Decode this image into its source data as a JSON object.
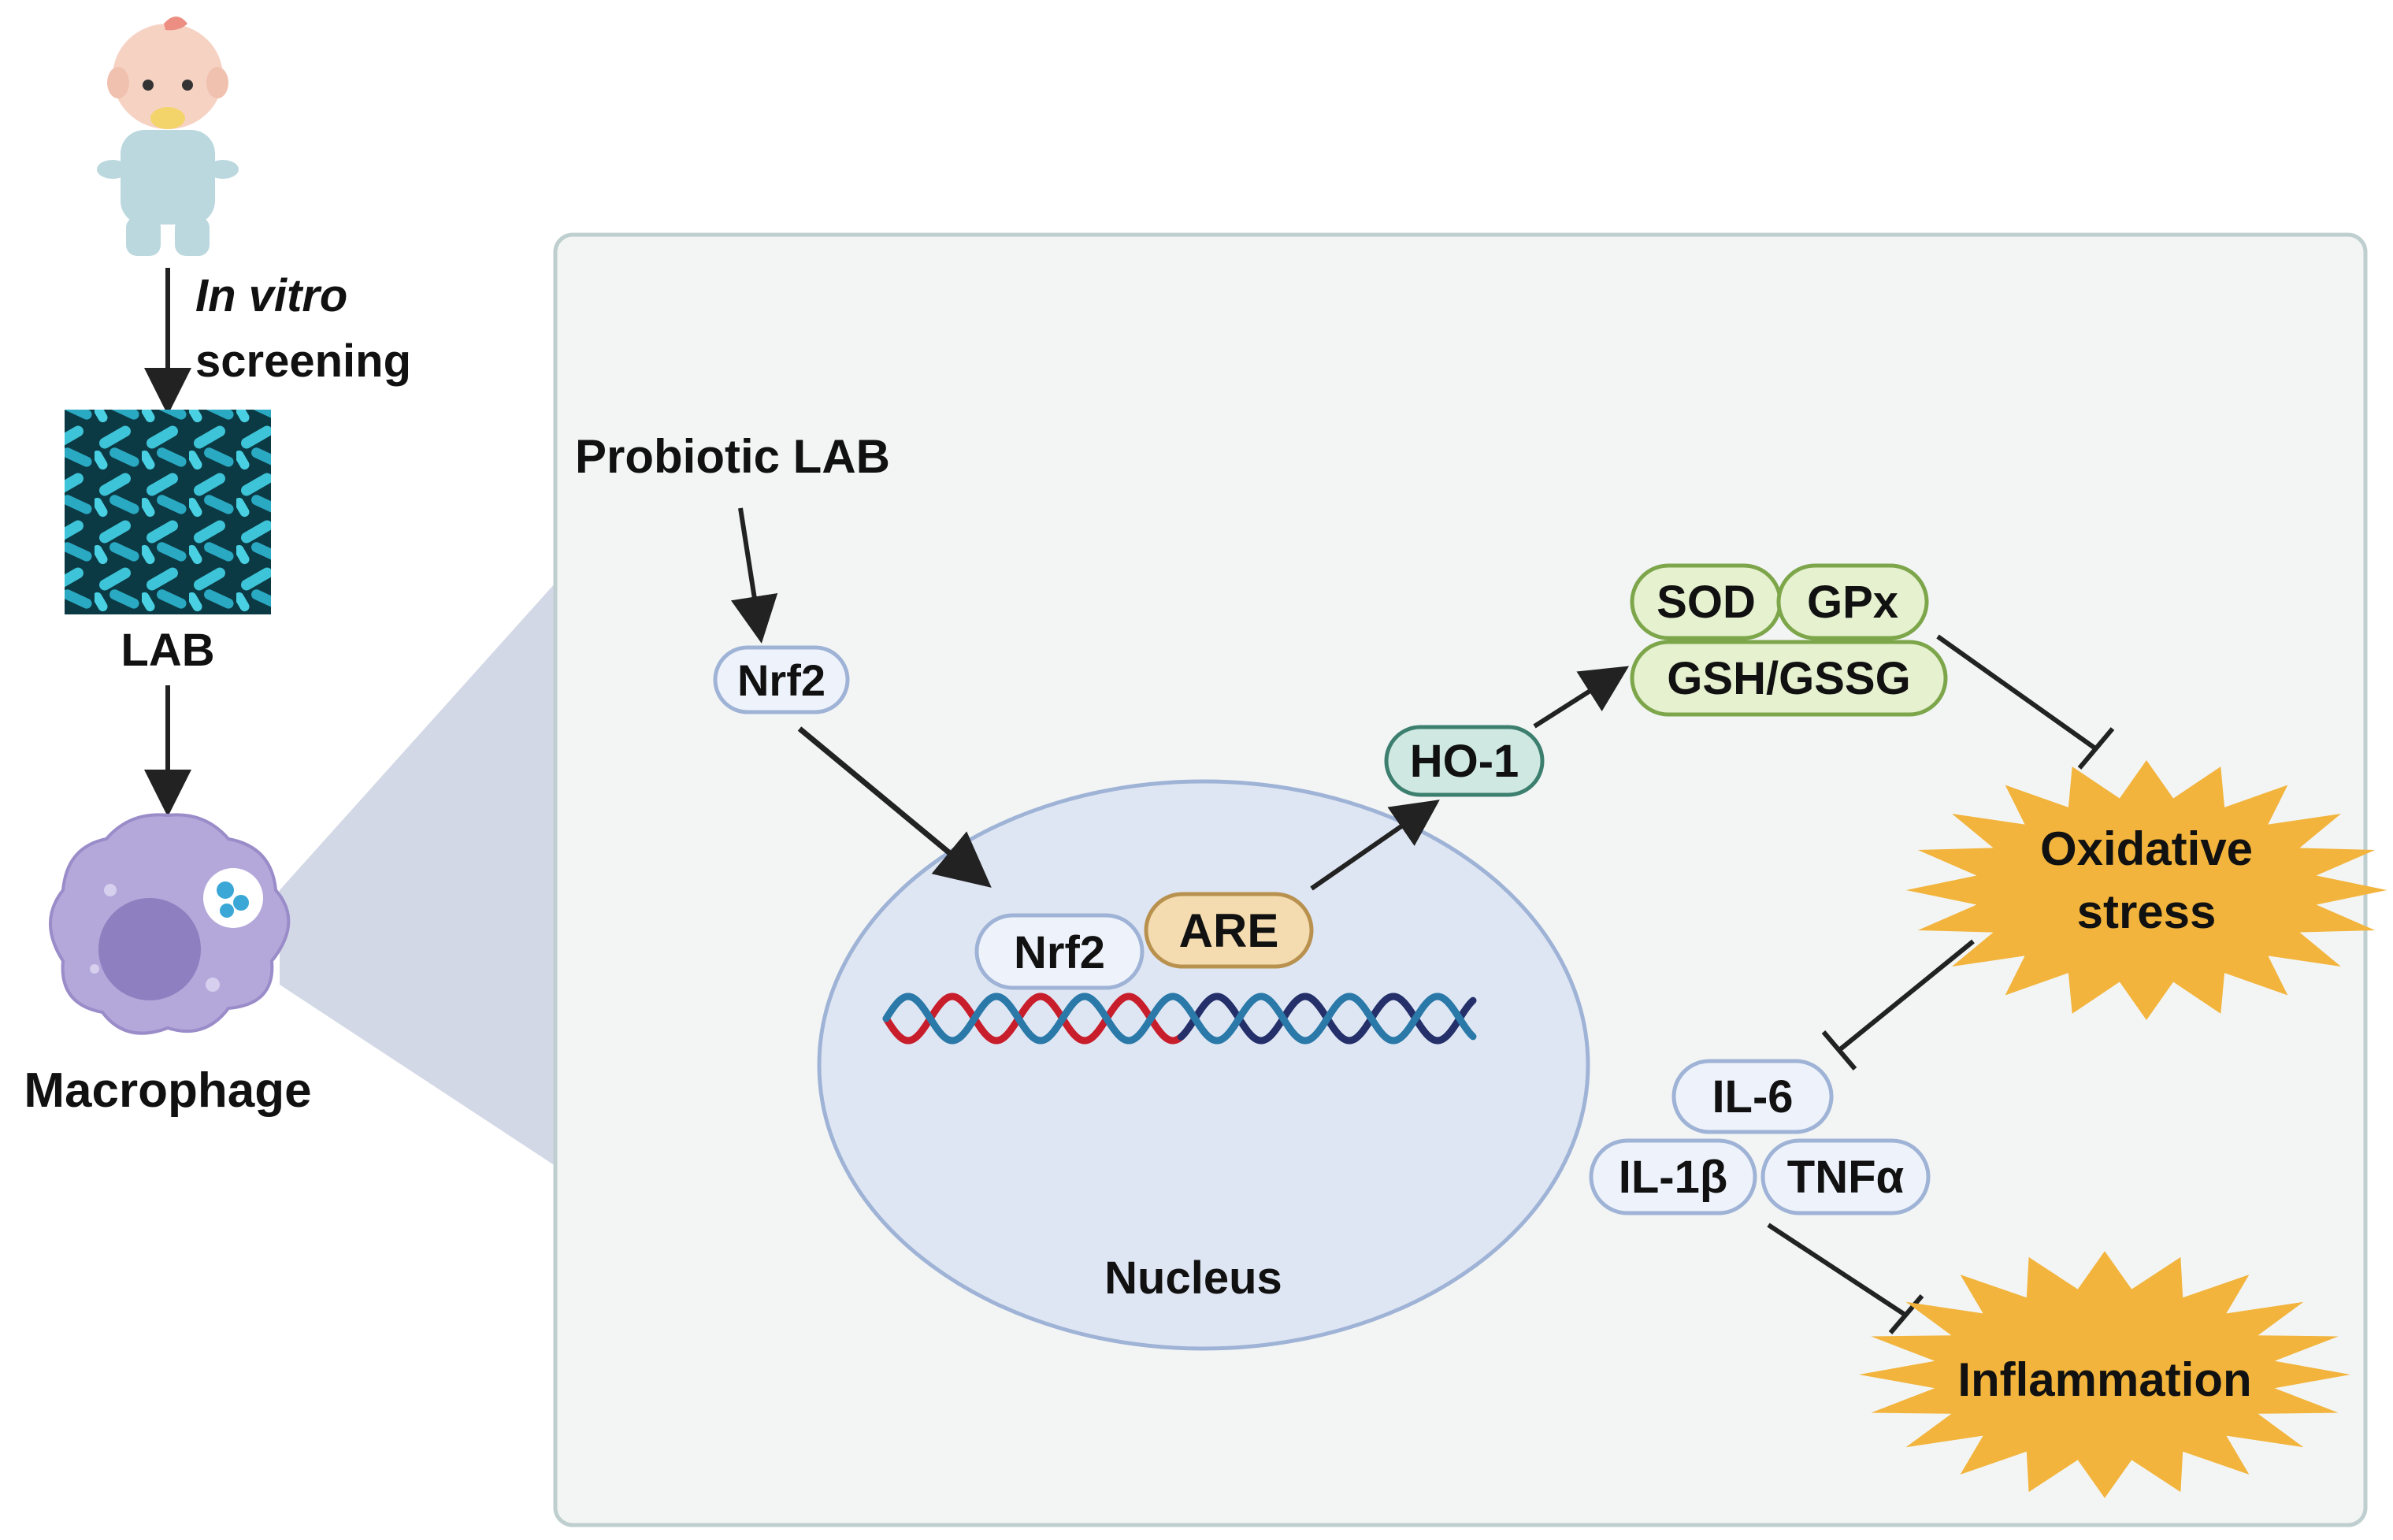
{
  "left_panel": {
    "screening_label_italic": "In vitro",
    "screening_label": "screening",
    "lab_label": "LAB",
    "macrophage_label": "Macrophage"
  },
  "pathway": {
    "input_label": "Probiotic LAB",
    "nrf2_cytoplasm": "Nrf2",
    "nrf2_nucleus": "Nrf2",
    "are_label": "ARE",
    "nucleus_label": "Nucleus",
    "ho1_label": "HO-1",
    "antioxidants": [
      "SOD",
      "GPx",
      "GSH/GSSG"
    ],
    "oxidative_stress_line1": "Oxidative",
    "oxidative_stress_line2": "stress",
    "cytokines": [
      "IL-6",
      "IL-1β",
      "TNFα"
    ],
    "inflammation_label": "Inflammation"
  },
  "colors": {
    "panel_bg": "#f3f5f5",
    "panel_border": "#bfcfcf",
    "protein_fill": "#eef3fb",
    "protein_stroke": "#9fb3d6",
    "are_fill": "#f4dcb0",
    "are_stroke": "#b9914f",
    "ho1_fill": "#cfe9e2",
    "ho1_stroke": "#3c7f6f",
    "antioxidant_fill": "#e6f1cf",
    "antioxidant_stroke": "#7da64b",
    "burst_fill": "#f2b43c",
    "nucleus_fill": "#dfe6f3",
    "nucleus_stroke": "#9fb3d6",
    "dna_red": "#c81e2c",
    "dna_blue": "#2a79a8",
    "dna_navy": "#25306a",
    "zoom_cone": "#d3d8e6"
  }
}
